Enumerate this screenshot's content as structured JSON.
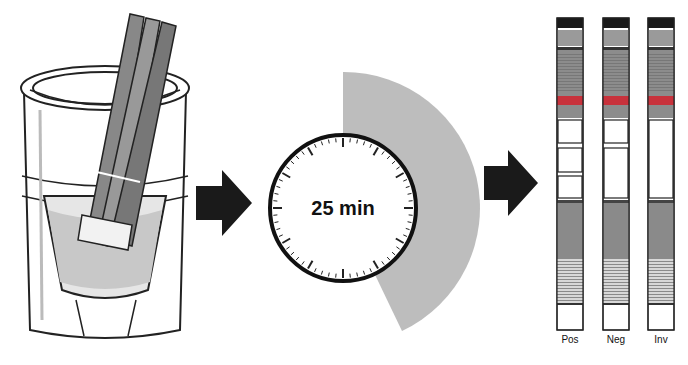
{
  "diagram": {
    "nodes": [
      {
        "text": [
          "25 min"
        ]
      }
    ],
    "labels": [
      "Pos",
      "Neg",
      "Inv"
    ]
  }
}
